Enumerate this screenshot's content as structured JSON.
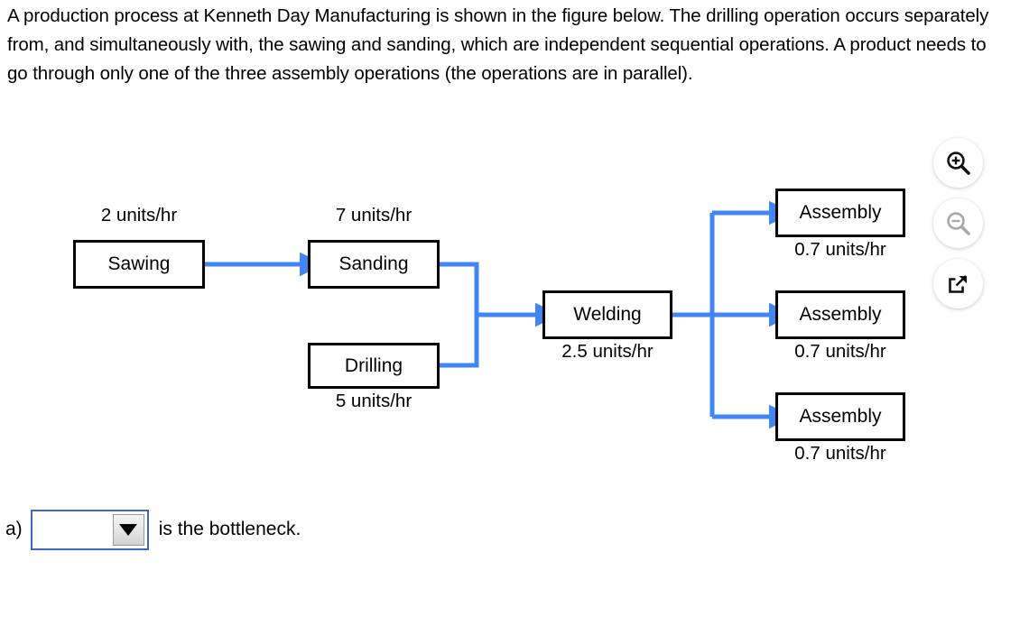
{
  "problem": {
    "statement": "A production process at Kenneth Day Manufacturing is shown in the figure below. The drilling operation occurs separately from, and simultaneously with, the sawing and sanding, which are independent sequential operations. A product needs to go through only one of the three assembly operations (the operations are in parallel)."
  },
  "diagram": {
    "type": "process-flow",
    "accent_color": "#4285f4",
    "box_border_color": "#000000",
    "nodes": [
      {
        "id": "sawing",
        "label": "Sawing",
        "rate": "2 units/hr",
        "rate_position": "above"
      },
      {
        "id": "sanding",
        "label": "Sanding",
        "rate": "7 units/hr",
        "rate_position": "above"
      },
      {
        "id": "drilling",
        "label": "Drilling",
        "rate": "5 units/hr",
        "rate_position": "below"
      },
      {
        "id": "welding",
        "label": "Welding",
        "rate": "2.5 units/hr",
        "rate_position": "below"
      },
      {
        "id": "assembly1",
        "label": "Assembly",
        "rate": "0.7 units/hr",
        "rate_position": "below"
      },
      {
        "id": "assembly2",
        "label": "Assembly",
        "rate": "0.7 units/hr",
        "rate_position": "below"
      },
      {
        "id": "assembly3",
        "label": "Assembly",
        "rate": "0.7 units/hr",
        "rate_position": "below"
      }
    ],
    "edges": [
      {
        "from": "sawing",
        "to": "sanding"
      },
      {
        "from": "sanding",
        "to": "welding"
      },
      {
        "from": "drilling",
        "to": "welding"
      },
      {
        "from": "welding",
        "to": "assembly1"
      },
      {
        "from": "welding",
        "to": "assembly2"
      },
      {
        "from": "welding",
        "to": "assembly3"
      }
    ]
  },
  "tools": {
    "zoom_in_label": "zoom-in-icon",
    "zoom_out_label": "zoom-out-icon",
    "popout_label": "open-in-new-window-icon"
  },
  "answer": {
    "prefix": "a)",
    "suffix": "is the bottleneck.",
    "select_value": "",
    "select_placeholder": ""
  }
}
